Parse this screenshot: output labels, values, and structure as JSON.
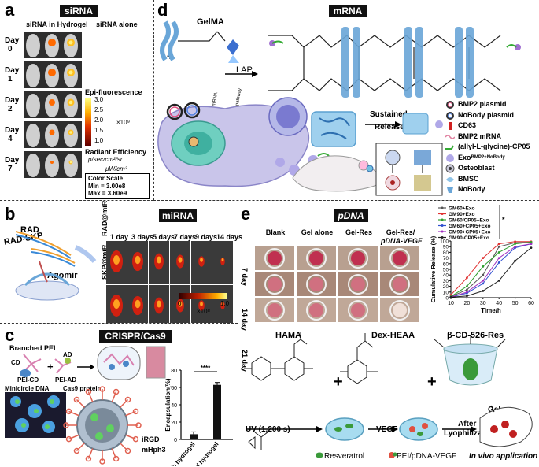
{
  "panel_a": {
    "letter": "a",
    "tag": "siRNA",
    "col1": "siRNA in Hydrogel",
    "col2": "siRNA alone",
    "days": [
      {
        "l1": "Day",
        "l2": "0"
      },
      {
        "l1": "Day",
        "l2": "1"
      },
      {
        "l1": "Day",
        "l2": "2"
      },
      {
        "l1": "Day",
        "l2": "4"
      },
      {
        "l1": "Day",
        "l2": "7"
      }
    ],
    "colorbar_title": "Epi-fluorescence",
    "ticks": [
      "3.0",
      "2.5",
      "2.0",
      "1.5",
      "1.0"
    ],
    "exp": "×10⁹",
    "radiant": "Radiant Efficiency",
    "unit1": "p/sec/cm²/sr",
    "unit2": "μW/cm²",
    "scale_title": "Color Scale",
    "scale_min": "Min = 3.00e8",
    "scale_max": "Max = 3.60e9"
  },
  "panel_b": {
    "letter": "b",
    "tag": "miRNA",
    "rad": "RAD",
    "radskp": "RAD-SKP",
    "agomir": "Agomir",
    "days": [
      "1 day",
      "3 days",
      "5 days",
      "7 days",
      "9 days",
      "14 days"
    ],
    "row1": "RAD@miR",
    "row2": "SKP@miR",
    "cb_min": "0",
    "cb_max": "1.0",
    "cb_exp": "×10⁸"
  },
  "panel_c": {
    "letter": "c",
    "tag": "CRISPR/Cas9",
    "branched": "Branched PEI",
    "cd": "CD",
    "ad": "AD",
    "peicd": "PEI-CD",
    "peiad": "PEI-AD",
    "minicircle": "Minicircle DNA",
    "cas9": "Cas9 protein",
    "irgd": "iRGD",
    "mhph3": "mHph3"
  },
  "chart_c": {
    "type": "bar",
    "categories": [
      "w/o hydrogel",
      "w/ hydrogel"
    ],
    "values": [
      6,
      63
    ],
    "ylabel": "Encapsulation(%)",
    "ylim": [
      0,
      80
    ],
    "yticks": [
      "0",
      "20",
      "40",
      "60",
      "80"
    ],
    "sig": "****"
  },
  "panel_d": {
    "letter": "d",
    "tag": "mRNA",
    "gelma": "GelMA",
    "plus": "+",
    "lap": "LAP",
    "bmp2_mrna": "BMP2 mRNA",
    "exosome_pathway": "Exosome pathway",
    "sustained": "Sustained",
    "release": "Release",
    "legend": [
      {
        "icon": "ring-pink",
        "text": "BMP2 plasmid"
      },
      {
        "icon": "ring-blue",
        "text": "NoBody plasmid"
      },
      {
        "icon": "red-bar",
        "text": "CD63"
      },
      {
        "icon": "squiggle",
        "text": "BMP2 mRNA"
      },
      {
        "icon": "green-hook",
        "text": "(allyl-L-glycine)-CP05"
      },
      {
        "icon": "purple-dot",
        "text": "Exo"
      },
      {
        "icon": "osteo",
        "text": "Osteoblast"
      },
      {
        "icon": "bmsc",
        "text": "BMSC"
      },
      {
        "icon": "nobody",
        "text": "NoBody"
      }
    ],
    "exo_sup": "BMP2+NoBody"
  },
  "panel_e": {
    "letter": "e",
    "tag": "pDNA",
    "cols": [
      {
        "l1": "Blank",
        "l2": ""
      },
      {
        "l1": "Gel alone",
        "l2": ""
      },
      {
        "l1": "Gel-Res",
        "l2": ""
      },
      {
        "l1": "Gel-Res/",
        "l2": "pDNA-VEGF"
      }
    ],
    "rows": [
      "7 day",
      "14 day",
      "21 day"
    ],
    "hama": "HAMA",
    "dexheaa": "Dex-HEAA",
    "bcd": "β-CD-526-Res",
    "plus": "+",
    "uv": "UV (1,200 s)",
    "vegf": "VEGF",
    "after": "After",
    "lyoph": "Lyophilization",
    "gel": "Gel",
    "resveratrol": "Resveratrol",
    "pei_vegf": "PEI/pDNA-VEGF",
    "invivo": "In vivo application"
  },
  "chart_data": {
    "type": "line",
    "x": [
      10,
      20,
      30,
      40,
      50,
      60
    ],
    "xlim": [
      10,
      60
    ],
    "ylim": [
      0,
      100
    ],
    "xticks": [
      "10",
      "20",
      "30",
      "40",
      "50",
      "60"
    ],
    "yticks": [
      "0",
      "10",
      "20",
      "30",
      "40",
      "50",
      "60",
      "70",
      "80",
      "90",
      "100"
    ],
    "xlabel": "Time/h",
    "ylabel": "Cumulative Release (%)",
    "sig": "*",
    "series": [
      {
        "name": "GM60+Exo",
        "color": "#555555",
        "values": [
          2,
          14,
          40,
          90,
          97,
          98
        ]
      },
      {
        "name": "GM90+Exo",
        "color": "#e03030",
        "values": [
          5,
          35,
          70,
          95,
          99,
          99
        ]
      },
      {
        "name": "GM60/CP05+Exo",
        "color": "#2e9e2e",
        "values": [
          2,
          20,
          55,
          80,
          95,
          98
        ]
      },
      {
        "name": "GM60+CP05+Exo",
        "color": "#3050d0",
        "values": [
          1,
          8,
          25,
          62,
          88,
          95
        ]
      },
      {
        "name": "GM90+CP05+Exo",
        "color": "#a030c0",
        "values": [
          1,
          10,
          30,
          70,
          90,
          95
        ]
      },
      {
        "name": "GM90-CP05+Exo",
        "color": "#222222",
        "values": [
          1,
          3,
          12,
          30,
          65,
          88
        ]
      }
    ]
  }
}
